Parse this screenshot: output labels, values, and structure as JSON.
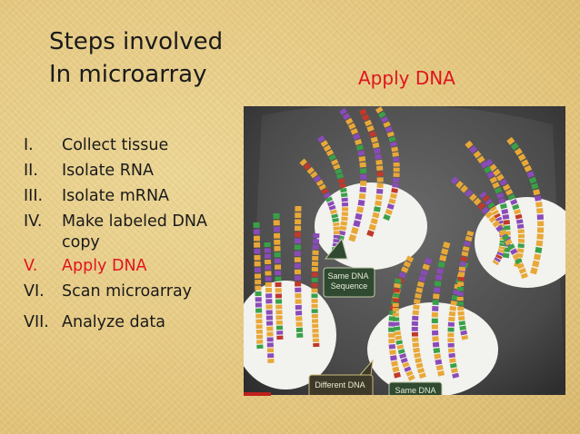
{
  "slide": {
    "title_line1": "Steps involved",
    "title_line2": "In microarray",
    "subtitle": "Apply DNA",
    "accent_color": "#e0141e"
  },
  "steps": [
    {
      "num": "I.",
      "text": "Collect tissue"
    },
    {
      "num": "II.",
      "text": "Isolate RNA"
    },
    {
      "num": "III.",
      "text": "Isolate mRNA"
    },
    {
      "num": "IV.",
      "text": "Make labeled DNA copy"
    },
    {
      "num": "V.",
      "text": "Apply DNA"
    },
    {
      "num": "VI.",
      "text": "Scan microarray"
    },
    {
      "num": "VII.",
      "text": "Analyze data"
    }
  ],
  "figure": {
    "label_same_1": "Same DNA Sequence",
    "label_different": "Different DNA",
    "label_same_2": "Same DNA",
    "strand_colors": [
      "#e8a838",
      "#8a4bb8",
      "#3aa048",
      "#c0392b"
    ]
  }
}
